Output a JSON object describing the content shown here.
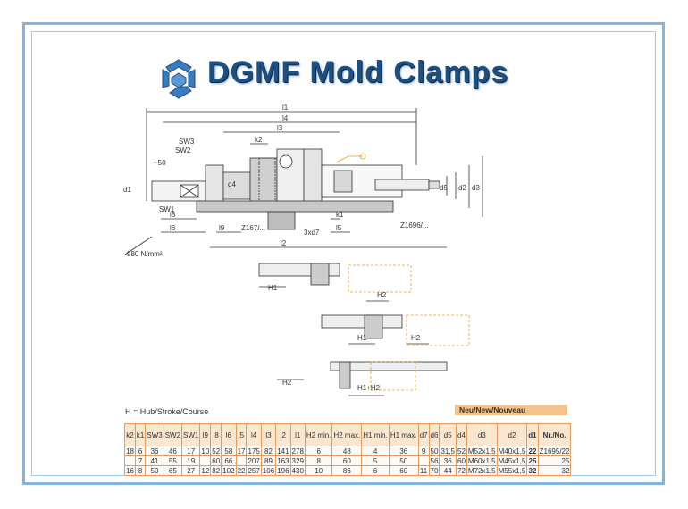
{
  "title": "DGMF Mold Clamps",
  "colors": {
    "frame": "#7fb6e6",
    "title": "#1d4f80",
    "table_border": "#e89a5a",
    "table_header": "#fbe6cf",
    "badge": "#f4c48a"
  },
  "drawing": {
    "dims": {
      "l1": "l1",
      "l4": "l4",
      "l3": "l3",
      "k2": "k2",
      "sw3": "SW3",
      "sw2": "SW2",
      "sw1": "SW1",
      "approx50": "~50",
      "d1": "d1",
      "d4": "d4",
      "d5": "d5",
      "d2": "d2",
      "d3": "d3",
      "l8": "l8",
      "l6": "l6",
      "l9": "l9",
      "l2": "l2",
      "l5": "l5",
      "k1": "k1",
      "d7": "3xd7",
      "z167": "Z167/...",
      "z1696": "Z1696/...",
      "force": "980 N/mm²"
    },
    "stroke_labels": {
      "h1": "H1",
      "h2": "H2",
      "h1h2": "H1+H2"
    }
  },
  "stroke_note": "H = Hub/Stroke/Course",
  "new_badge": "Neu/New/Nouveau",
  "table": {
    "headers": [
      "k2",
      "k1",
      "SW3",
      "SW2",
      "SW1",
      "l9",
      "l8",
      "l6",
      "l5",
      "l4",
      "l3",
      "l2",
      "l1",
      "H2 min.",
      "H2 max.",
      "H1 min.",
      "H1 max.",
      "d7",
      "d6",
      "d5",
      "d4",
      "d3",
      "d2",
      "d1",
      "Nr./No."
    ],
    "rows": [
      [
        "18",
        "6",
        "36",
        "46",
        "17",
        "10",
        "52",
        "58",
        "17",
        "175",
        "82",
        "141",
        "278",
        "6",
        "48",
        "4",
        "36",
        "9",
        "50",
        "31,5",
        "52",
        "M52x1,5",
        "M40x1,5",
        "22",
        "Z1695/22"
      ],
      [
        "",
        "7",
        "41",
        "55",
        "19",
        "",
        "60",
        "66",
        "",
        "207",
        "89",
        "163",
        "329",
        "8",
        "60",
        "5",
        "50",
        "",
        "56",
        "36",
        "60",
        "M60x1,5",
        "M45x1,5",
        "25",
        "25"
      ],
      [
        "16",
        "8",
        "50",
        "65",
        "27",
        "12",
        "82",
        "102",
        "22",
        "257",
        "106",
        "196",
        "430",
        "10",
        "86",
        "6",
        "60",
        "11",
        "70",
        "44",
        "72",
        "M72x1,5",
        "M55x1,5",
        "32",
        "32"
      ]
    ]
  }
}
